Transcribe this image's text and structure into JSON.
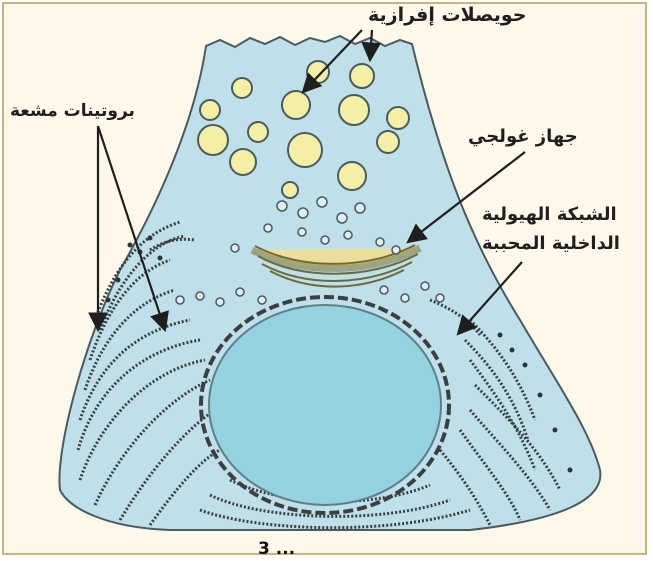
{
  "labels": {
    "secretory_vesicles": "حويصلات إفرازية",
    "radiolabeled_proteins": "بروتينات مشعة",
    "golgi_apparatus": "جهاز غولجي",
    "rough_er_line1": "الشبكة الهيولية",
    "rough_er_line2": "الداخلية المحببة",
    "caption": "3 ..."
  },
  "colors": {
    "cytoplasm": "#bfe0e8",
    "nucleus": "#95d2df",
    "vesicle": "#f3efa4",
    "er_membrane": "#3a3f42",
    "golgi": "#e9df9a",
    "frame": "#c9b37a"
  }
}
